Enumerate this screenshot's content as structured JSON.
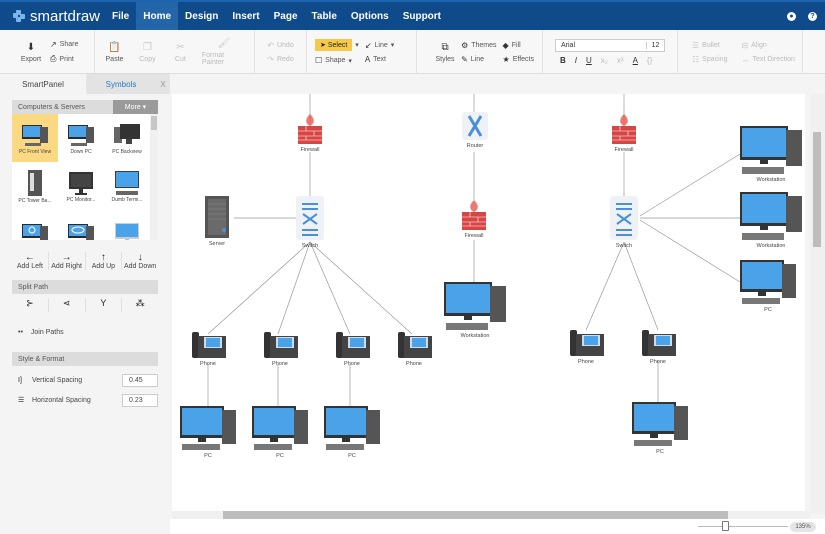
{
  "app": {
    "name": "smartdraw"
  },
  "menu": [
    "File",
    "Home",
    "Design",
    "Insert",
    "Page",
    "Table",
    "Options",
    "Support"
  ],
  "menu_active": "Home",
  "top_icons": [
    "help-community-icon",
    "help-icon"
  ],
  "ribbon": {
    "export": "Export",
    "share": "Share",
    "print": "Print",
    "paste": "Paste",
    "copy": "Copy",
    "cut": "Cut",
    "format_painter": "Format Painter",
    "undo": "Undo",
    "redo": "Redo",
    "select": "Select",
    "shape": "Shape",
    "line": "Line",
    "text": "Text",
    "styles": "Styles",
    "themes": "Themes",
    "line2": "Line",
    "fill": "Fill",
    "effects": "Effects",
    "font_name": "Arial",
    "font_size": "12",
    "bullet": "Bullet",
    "spacing": "Spacing",
    "align": "Align",
    "text_direction": "Text Direction"
  },
  "panel": {
    "tabs": [
      "SmartPanel",
      "Symbols",
      "X"
    ],
    "library": "Computers & Servers",
    "more": "More ▾",
    "symbols": [
      "PC Front View",
      "Down PC",
      "PC Backview",
      "PC Tower Ba...",
      "PC Monitor...",
      "Dumb Termi...",
      "",
      "",
      ""
    ],
    "add": [
      "Add Left",
      "Add Right",
      "Add Up",
      "Add Down"
    ],
    "split_path": "Split Path",
    "join_paths": "Join Paths",
    "style_format": "Style & Format",
    "vertical_spacing": {
      "label": "Vertical Spacing",
      "value": "0.45"
    },
    "horizontal_spacing": {
      "label": "Horizontal Spacing",
      "value": "0.23"
    }
  },
  "diagram": {
    "labels": {
      "firewall": "Firewall",
      "router": "Router",
      "switch": "Switch",
      "server": "Server",
      "phone": "Phone",
      "pc": "PC",
      "workstation": "Workstation"
    }
  },
  "zoom": "135%"
}
